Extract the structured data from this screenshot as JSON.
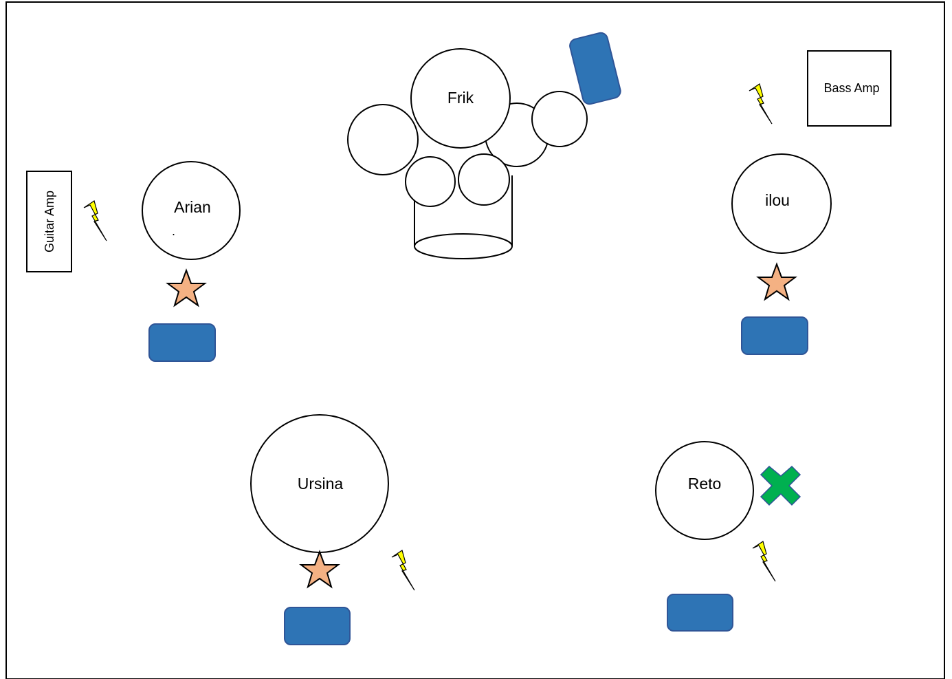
{
  "stage_plan": {
    "musicians": {
      "drummer": "Frik",
      "guitarist": "Arian",
      "bassist": "ilou",
      "singer": "Ursina",
      "other": "Reto"
    },
    "amps": {
      "guitar": "Guitar Amp",
      "bass": "Bass Amp"
    },
    "stray_mark": "."
  },
  "colors": {
    "monitor": "#2E74B5",
    "monitor_stroke": "#2F5597",
    "star": "#F4B183",
    "power": "#FFFF00",
    "cross": "#00B050"
  },
  "legend_icons": {
    "monitor": "monitor-wedge-icon",
    "star": "star-icon",
    "power": "lightning-bolt-icon",
    "cross": "cross-icon"
  }
}
